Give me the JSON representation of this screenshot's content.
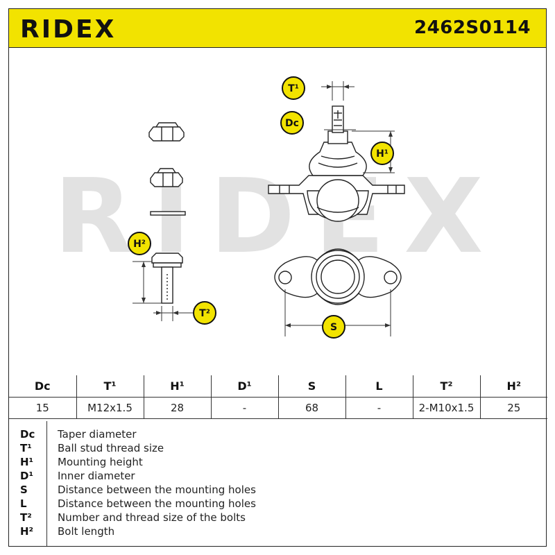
{
  "header": {
    "brand": "RIDEX",
    "part_number": "2462S0114",
    "brand_color": "#111111",
    "header_color": "#f2e300"
  },
  "watermark": {
    "text": "RIDEX",
    "color": "#dcdcdc"
  },
  "diagram_labels": {
    "t1": "T¹",
    "dc": "Dc",
    "h1": "H¹",
    "h2": "H²",
    "t2": "T²",
    "s": "S",
    "label_fill": "#f2e300"
  },
  "specs": {
    "headers": [
      "Dc",
      "T¹",
      "H¹",
      "D¹",
      "S",
      "L",
      "T²",
      "H²"
    ],
    "values": [
      "15",
      "M12x1.5",
      "28",
      "-",
      "68",
      "-",
      "2-M10x1.5",
      "25"
    ]
  },
  "legend": [
    {
      "key": "Dc",
      "desc": "Taper diameter"
    },
    {
      "key": "T¹",
      "desc": "Ball stud thread size"
    },
    {
      "key": "H¹",
      "desc": "Mounting height"
    },
    {
      "key": "D¹",
      "desc": "Inner diameter"
    },
    {
      "key": "S",
      "desc": "Distance between the mounting holes"
    },
    {
      "key": "L",
      "desc": "Distance between the mounting holes"
    },
    {
      "key": "T²",
      "desc": "Number and thread size of the bolts"
    },
    {
      "key": "H²",
      "desc": "Bolt length"
    }
  ]
}
